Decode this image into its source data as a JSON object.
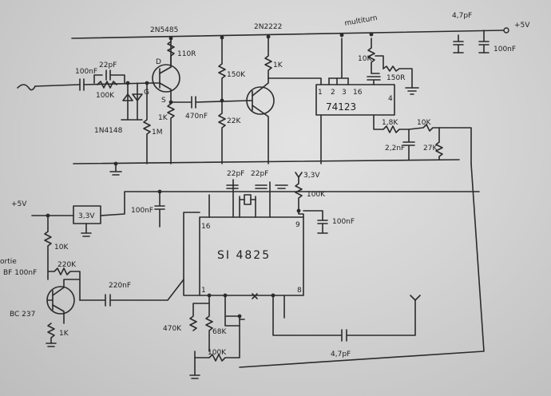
{
  "labels": {
    "supply_top": "+5V",
    "cap_top_left": "4,7pF",
    "cap_top_right": "100nF",
    "mcp4": "multiturn",
    "q_jfet": "2N5485",
    "q_bjt1": "2N2222",
    "cap_in": "100nF",
    "cap_22p": "22pF",
    "res_100k_in": "100K",
    "diode": "1N4148",
    "pin_d": "D",
    "pin_s": "S",
    "pin_g": "G",
    "res_110": "110R",
    "res_1k_s": "1K",
    "res_1m": "1M",
    "cap_470n": "470nF",
    "res_150k": "150K",
    "res_22k": "22K",
    "res_1k_c": "1K",
    "chip_ic1": "74123",
    "pins_ic1": [
      "1",
      "2",
      "3",
      "16"
    ],
    "pin_ic1_4": "4",
    "res_10k_pot": "10K",
    "res_150r": "150R",
    "res_1k8": "1,8K",
    "res_10k_div": "10K",
    "cap_2n2": "2,2nF",
    "res_27k": "27K",
    "supply_33": "3,3V",
    "cap_22pf_a": "22pF",
    "cap_22pf_b": "22pF",
    "res_100k_r": "100K",
    "cap_100n_r": "100nF",
    "supply_left": "+5V",
    "reg": "3,3V",
    "cap_100n_reg": "100nF",
    "pin_16": "16",
    "pin_9": "9",
    "chip_ic2": "SI 4825",
    "pin_1": "1",
    "pin_8": "8",
    "res_10k_l": "10K",
    "out_label_1": "ortie",
    "out_label_2": "BF 100nF",
    "res_220k": "220K",
    "cap_220n": "220nF",
    "q_bc": "BC 237",
    "res_1k_e": "1K",
    "res_470k": "470K",
    "res_68k": "68K",
    "res_100k_b": "100K",
    "cap_4p7": "4,7pF"
  }
}
